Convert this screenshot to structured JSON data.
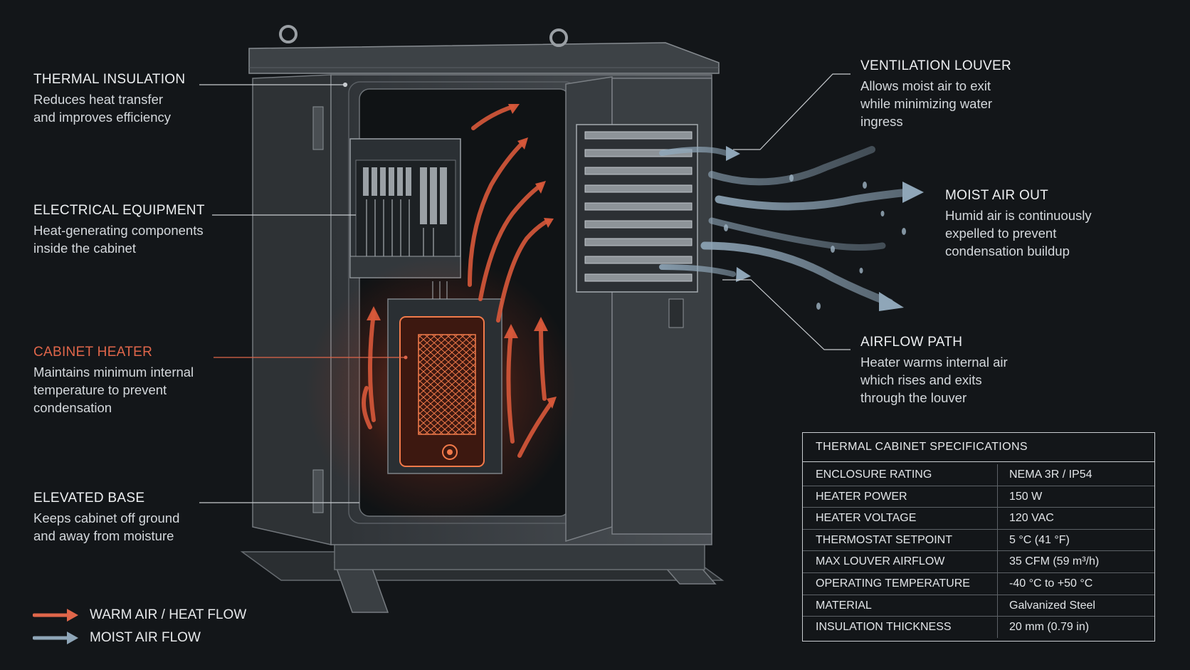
{
  "callouts": {
    "thermal_insulation": {
      "title": "THERMAL INSULATION",
      "lines": [
        "Reduces heat transfer",
        "and improves efficiency"
      ]
    },
    "electrical_equipment": {
      "title": "ELECTRICAL EQUIPMENT",
      "lines": [
        "Heat-generating components",
        "inside the cabinet"
      ]
    },
    "cabinet_heater": {
      "title": "CABINET HEATER",
      "lines": [
        "Maintains minimum internal",
        "temperature to prevent",
        "condensation"
      ]
    },
    "elevated_base": {
      "title": "ELEVATED BASE",
      "lines": [
        "Keeps cabinet off ground",
        "and away from moisture"
      ]
    },
    "ventilation_louver": {
      "title": "VENTILATION LOUVER",
      "lines": [
        "Allows moist air to exit",
        "while minimizing water",
        "ingress"
      ]
    },
    "moist_air_out": {
      "title": "MOIST AIR OUT",
      "lines": [
        "Humid air is continuously",
        "expelled to prevent",
        "condensation buildup"
      ]
    },
    "airflow_path": {
      "title": "AIRFLOW PATH",
      "lines": [
        "Heater warms internal air",
        "which rises and exits",
        "through the louver"
      ]
    }
  },
  "legend": {
    "warm": {
      "label": "WARM AIR / HEAT FLOW",
      "color": "#e0664a"
    },
    "moist": {
      "label": "MOIST AIR FLOW",
      "color": "#8fa6b8"
    }
  },
  "specs": {
    "title": "THERMAL CABINET SPECIFICATIONS",
    "rows": [
      {
        "key": "ENCLOSURE RATING",
        "value": "NEMA 3R / IP54"
      },
      {
        "key": "HEATER POWER",
        "value": "150 W"
      },
      {
        "key": "HEATER VOLTAGE",
        "value": "120 VAC"
      },
      {
        "key": "THERMOSTAT SETPOINT",
        "value": "5 °C (41 °F)"
      },
      {
        "key": "MAX LOUVER AIRFLOW",
        "value": "35 CFM (59 m³/h)"
      },
      {
        "key": "OPERATING TEMPERATURE",
        "value": "-40 °C to +50 °C"
      },
      {
        "key": "MATERIAL",
        "value": "Galvanized Steel"
      },
      {
        "key": "INSULATION THICKNESS",
        "value": "20 mm (0.79 in)"
      }
    ]
  },
  "colors": {
    "background": "#131619",
    "warm_accent": "#e0664a",
    "moist_accent": "#8fa6b8",
    "cabinet_body": "#3d4246"
  }
}
